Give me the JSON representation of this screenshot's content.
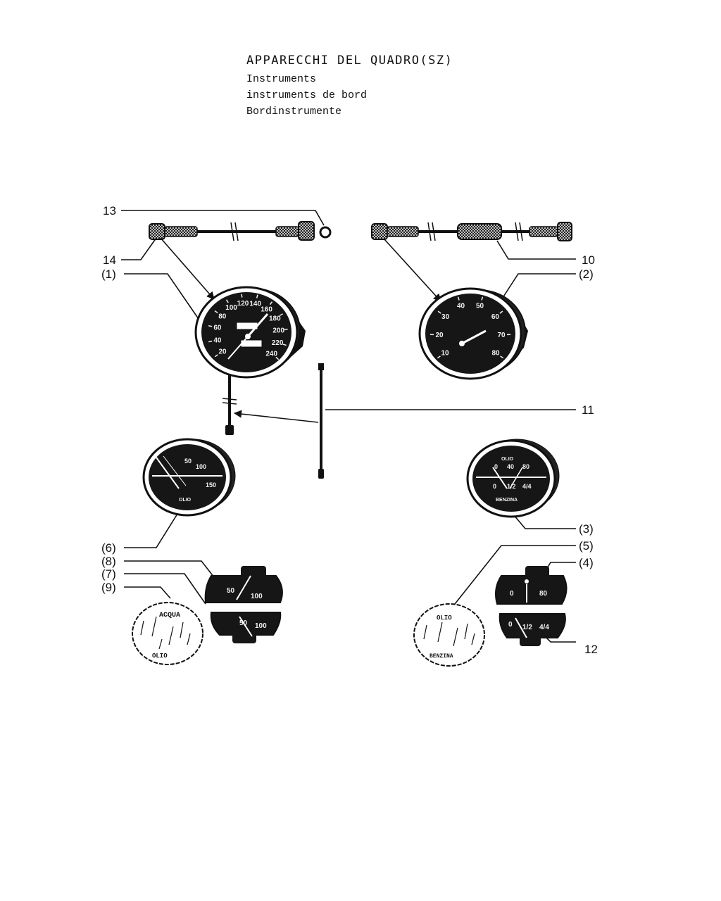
{
  "header": {
    "title": "APPARECCHI DEL QUADRO(SZ)",
    "subtitle_en": "Instruments",
    "subtitle_fr": "instruments de bord",
    "subtitle_de": "Bordinstrumente"
  },
  "callouts": {
    "c13": "13",
    "c14": "14",
    "c1": "(1)",
    "c10": "10",
    "c2": "(2)",
    "c11": "11",
    "c3": "(3)",
    "c6": "(6)",
    "c5": "(5)",
    "c8": "(8)",
    "c4": "(4)",
    "c7": "(7)",
    "c9": "(9)",
    "c12": "12"
  },
  "speedometer": {
    "scale": [
      "20",
      "40",
      "60",
      "80",
      "100",
      "120",
      "140",
      "160",
      "180",
      "200",
      "220",
      "240"
    ]
  },
  "tachometer": {
    "scale": [
      "10",
      "20",
      "30",
      "40",
      "50",
      "60",
      "70",
      "80"
    ]
  },
  "gauge_left": {
    "top_values": [
      "50",
      "100",
      "150"
    ],
    "label": "OLIO"
  },
  "gauge_right": {
    "top_label": "OLIO",
    "top_values": [
      "0",
      "40",
      "80"
    ],
    "bottom_values": [
      "0",
      "1/2",
      "4/4"
    ],
    "label": "BENZINA"
  },
  "glass_left": {
    "top_label": "ACQUA",
    "bottom_label": "OLIO"
  },
  "glass_right": {
    "top_label": "OLIO",
    "bottom_label": "BENZINA"
  },
  "halves_left": {
    "top_values": [
      "50",
      "100"
    ],
    "bottom_values": [
      "50",
      "100"
    ]
  },
  "halves_right": {
    "top_values": [
      "0",
      "80"
    ],
    "bottom_values": [
      "0",
      "1/2",
      "4/4"
    ]
  }
}
